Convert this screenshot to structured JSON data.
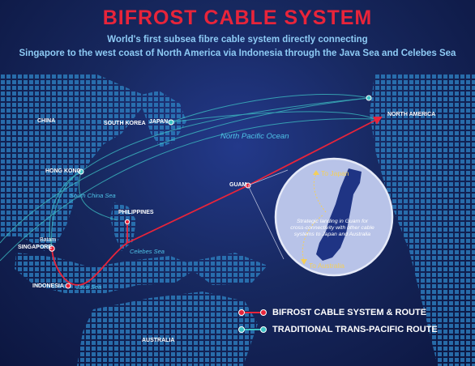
{
  "title": "BIFROST CABLE SYSTEM",
  "subtitle_line1": "World's first subsea fibre cable system directly connecting",
  "subtitle_line2": "Singapore to the west coast of North America via Indonesia through the Java Sea and Celebes Sea",
  "places": {
    "china": "CHINA",
    "south_korea": "SOUTH KOREA",
    "japan": "JAPAN",
    "hong_kong": "HONG KONG",
    "philippines": "PHILIPPINES",
    "singapore": "SINGAPORE",
    "indonesia": "INDONESIA",
    "guam": "GUAM",
    "north_america": "NORTH AMERICA",
    "australia": "AUSTRALIA",
    "batam": "Batam"
  },
  "seas": {
    "north_pacific": "North Pacific Ocean",
    "south_china_sea": "South China Sea",
    "celebes_sea": "Celebes Sea",
    "java_sea": "Java Sea"
  },
  "inset": {
    "to_japan": "To Japan",
    "to_australia": "To Australia",
    "caption": "Strategic landing in Guam for cross-connectivity with other cable systems to Japan and Australia"
  },
  "legend": {
    "bifrost": "BIFROST CABLE SYSTEM & ROUTE",
    "traditional": "TRADITIONAL TRANS-PACIFIC ROUTE"
  },
  "colors": {
    "bifrost_route": "#e8243a",
    "traditional_route": "#3ec3c6",
    "title": "#e8243a",
    "subtitle": "#8ecbf5",
    "background": "#17285f"
  }
}
